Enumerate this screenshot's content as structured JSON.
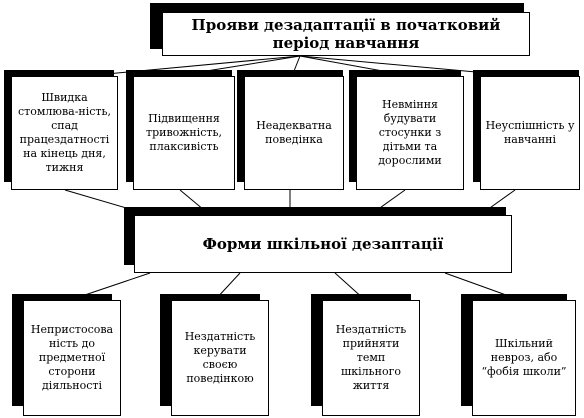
{
  "diagram": {
    "title": "Прояви дезадаптації в початковий період навчання",
    "manifestations": [
      "Швидка стомлюва-ність, спад працездатності на кінець дня, тижня",
      "Підвищення тривожність, плаксивість",
      "Неадекватна поведінка",
      "Невміння будувати стосунки з дітьми та дорослими",
      "Неуспішність у навчанні"
    ],
    "forms_title": "Форми шкільної дезаптації",
    "forms": [
      "Непристосова ність до предметної сторони діяльності",
      "Нездатність керувати своєю поведінкою",
      "Нездатність прийняти темп шкільного життя",
      "Шкільний невроз, або “фобія школи”"
    ]
  }
}
